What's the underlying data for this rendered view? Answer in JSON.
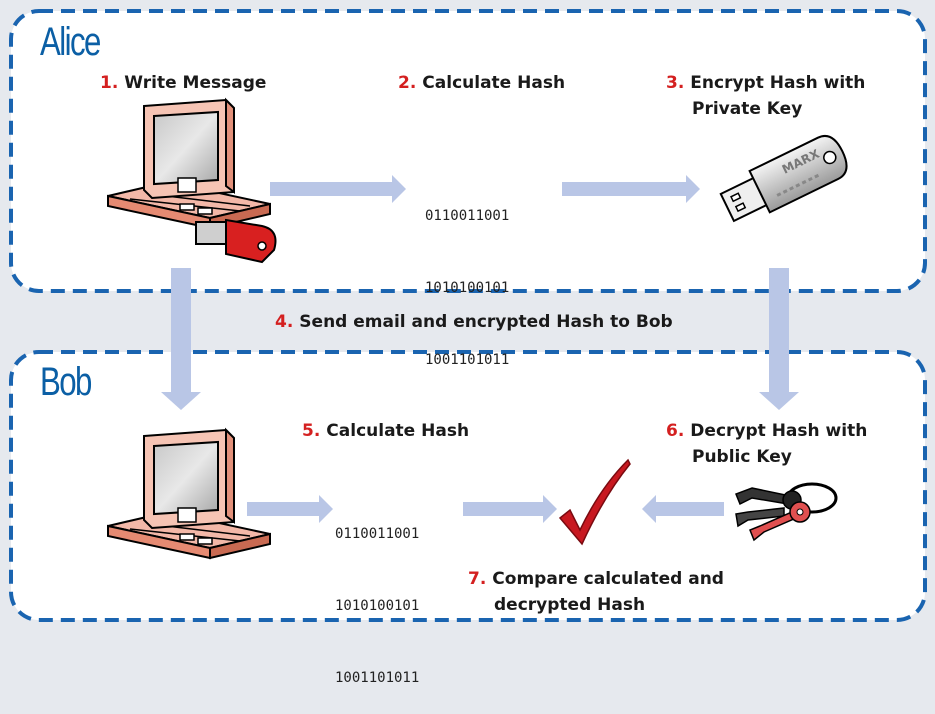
{
  "alice": {
    "title": "Alice",
    "steps": [
      {
        "num": "1.",
        "line1": "Write Message",
        "line2": ""
      },
      {
        "num": "2.",
        "line1": "Calculate Hash",
        "line2": ""
      },
      {
        "num": "3.",
        "line1": "Encrypt Hash with",
        "line2": "Private Key"
      }
    ],
    "hash_lines": [
      "0110011001",
      "1010100101",
      "1001101011"
    ]
  },
  "transfer": {
    "num": "4.",
    "label": "Send email and encrypted Hash to Bob"
  },
  "bob": {
    "title": "Bob",
    "steps": [
      {
        "num": "5.",
        "line1": "Calculate Hash",
        "line2": ""
      },
      {
        "num": "6.",
        "line1": "Decrypt Hash with",
        "line2": "Public Key"
      },
      {
        "num": "7.",
        "line1": "Compare calculated and",
        "line2": "decrypted Hash"
      }
    ],
    "hash_lines": [
      "0110011001",
      "1010100101",
      "1001101011"
    ]
  },
  "token_label": "MARX",
  "colors": {
    "border": "#1a64b0",
    "title": "#0b5fa5",
    "step_number": "#d42020",
    "arrow": "#b9c6e6",
    "checkmark": "#c81820"
  }
}
